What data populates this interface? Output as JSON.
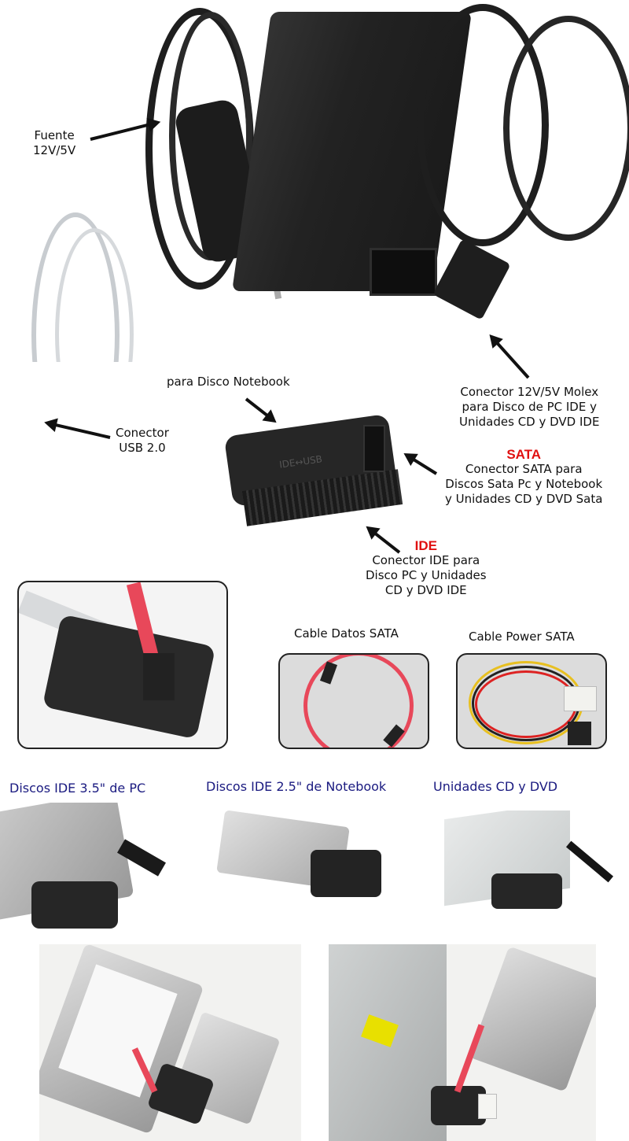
{
  "labels": {
    "fuente": [
      "Fuente",
      "12V/5V"
    ],
    "para_notebook": "para Disco Notebook",
    "usb": [
      "Conector",
      "USB 2.0"
    ],
    "molex": [
      "Conector 12V/5V Molex",
      "para Disco de PC IDE y",
      "Unidades CD y DVD IDE"
    ],
    "sata_title": "SATA",
    "sata": [
      "Conector SATA para",
      "Discos Sata Pc y Notebook",
      "y Unidades CD y DVD Sata"
    ],
    "ide_title": "IDE",
    "ide": [
      "Conector IDE para",
      "Disco PC y Unidades",
      "CD y DVD IDE"
    ],
    "adapter_text": "IDE↔USB"
  },
  "cables": {
    "data": "Cable Datos SATA",
    "power": "Cable Power SATA"
  },
  "sections": {
    "ide35": "Discos IDE 3.5\" de PC",
    "ide25": "Discos IDE 2.5\" de Notebook",
    "cd": "Unidades CD y DVD"
  },
  "colors": {
    "accent_red": "#e01010",
    "heading_blue": "#1a1a80",
    "device_black": "#262626",
    "sata_red": "#e8485a"
  },
  "photo": "aadd"
}
